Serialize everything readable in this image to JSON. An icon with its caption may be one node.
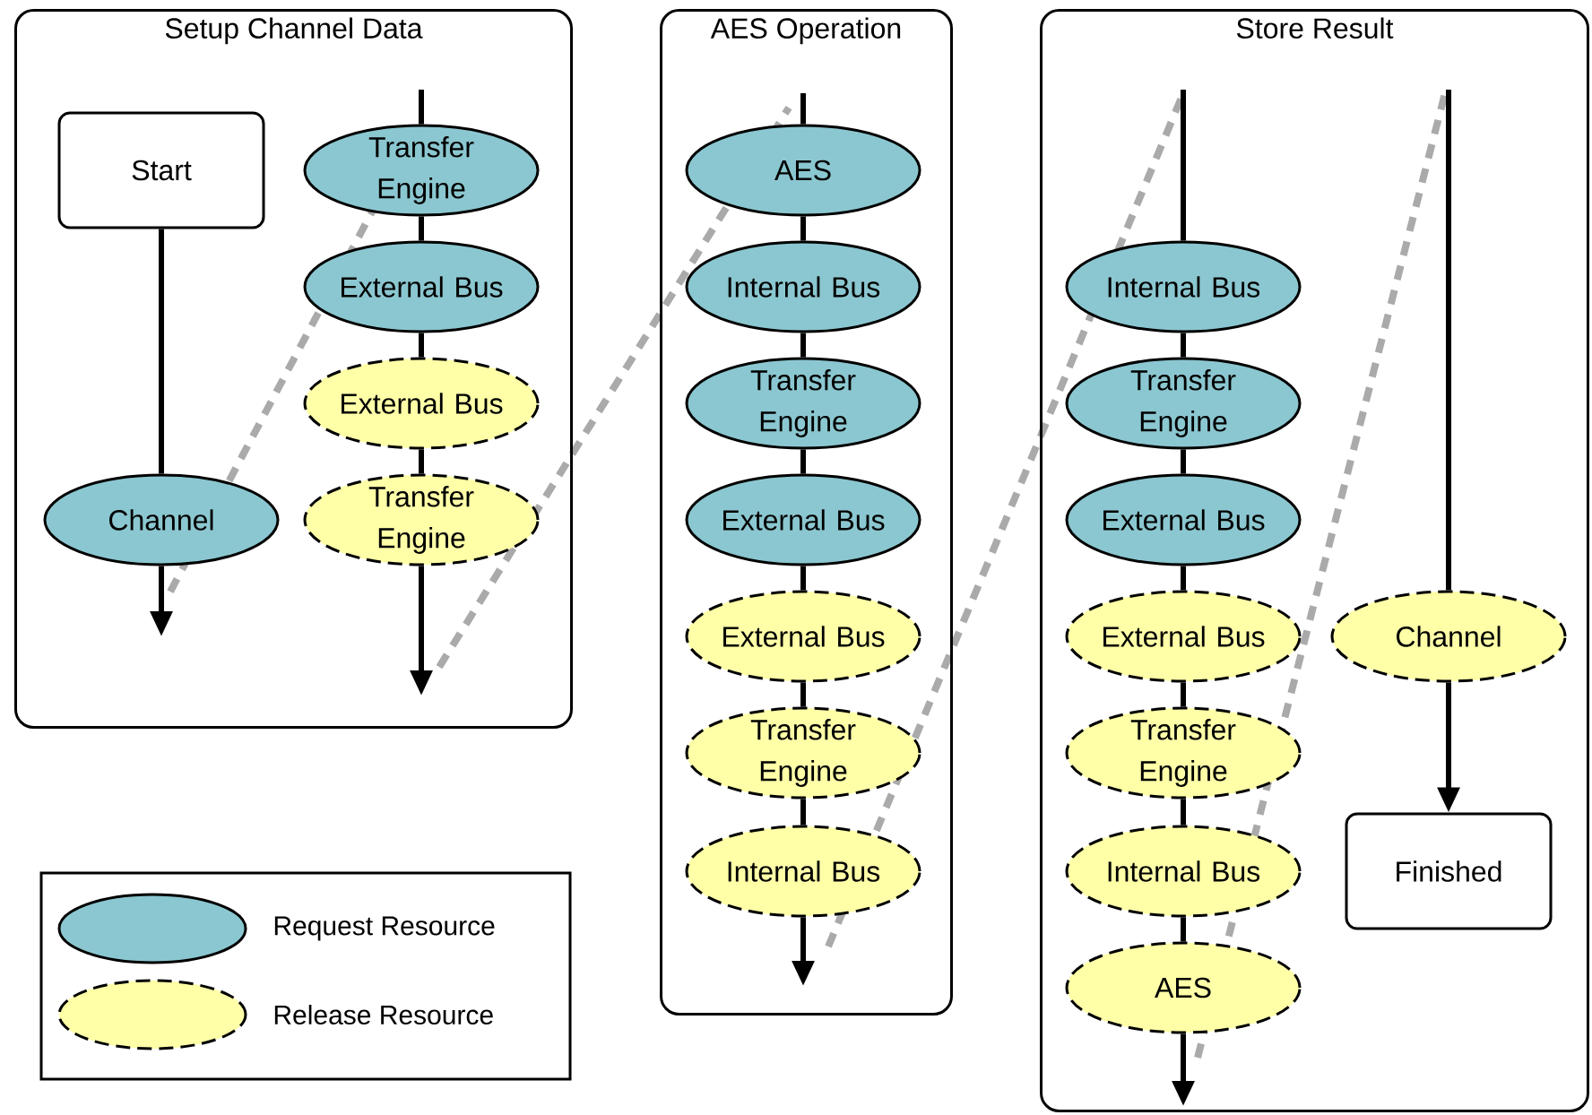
{
  "diagram": {
    "nodes": [
      {
        "text": [
          "Setup Channel Data"
        ]
      },
      {
        "text": [
          "Start"
        ],
        "in": 0
      },
      {
        "text": [
          "Channel"
        ],
        "in": 0
      },
      {
        "text": [
          "Transfer Engine"
        ],
        "in": 0
      },
      {
        "text": [
          "External Bus"
        ],
        "in": 0
      },
      {
        "text": [
          "External Bus"
        ],
        "in": 0
      },
      {
        "text": [
          "Transfer Engine"
        ],
        "in": 0
      },
      {
        "text": [
          "AES Operation"
        ]
      },
      {
        "text": [
          "AES"
        ],
        "in": 7
      },
      {
        "text": [
          "Internal Bus"
        ],
        "in": 7
      },
      {
        "text": [
          "Transfer Engine"
        ],
        "in": 7
      },
      {
        "text": [
          "External Bus"
        ],
        "in": 7
      },
      {
        "text": [
          "External Bus"
        ],
        "in": 7
      },
      {
        "text": [
          "Transfer Engine"
        ],
        "in": 7
      },
      {
        "text": [
          "Internal Bus"
        ],
        "in": 7
      },
      {
        "text": [
          "Store Result"
        ]
      },
      {
        "text": [
          "Internal Bus"
        ],
        "in": 15
      },
      {
        "text": [
          "Transfer Engine"
        ],
        "in": 15
      },
      {
        "text": [
          "External Bus"
        ],
        "in": 15
      },
      {
        "text": [
          "External Bus"
        ],
        "in": 15
      },
      {
        "text": [
          "Transfer Engine"
        ],
        "in": 15
      },
      {
        "text": [
          "Internal Bus"
        ],
        "in": 15
      },
      {
        "text": [
          "AES"
        ],
        "in": 15
      },
      {
        "text": [
          "Channel"
        ],
        "in": 15
      },
      {
        "text": [
          "Finished"
        ],
        "in": 15
      }
    ],
    "edges": [
      {
        "from": 1,
        "to": 2,
        "arrow": "none"
      },
      {
        "from": 2,
        "to": null,
        "arrow": "to"
      },
      {
        "from": null,
        "to": 3,
        "arrow": "none"
      },
      {
        "from": 3,
        "to": 4,
        "arrow": "none"
      },
      {
        "from": 4,
        "to": 5,
        "arrow": "none"
      },
      {
        "from": 5,
        "to": 6,
        "arrow": "none"
      },
      {
        "from": 6,
        "to": null,
        "arrow": "to"
      },
      {
        "from": null,
        "to": 8,
        "arrow": "none"
      },
      {
        "from": 8,
        "to": 9,
        "arrow": "none"
      },
      {
        "from": 9,
        "to": 10,
        "arrow": "none"
      },
      {
        "from": 10,
        "to": 11,
        "arrow": "none"
      },
      {
        "from": 11,
        "to": 12,
        "arrow": "none"
      },
      {
        "from": 12,
        "to": 13,
        "arrow": "none"
      },
      {
        "from": 13,
        "to": 14,
        "arrow": "none"
      },
      {
        "from": 14,
        "to": null,
        "arrow": "to"
      },
      {
        "from": null,
        "to": 16,
        "arrow": "none"
      },
      {
        "from": 16,
        "to": 17,
        "arrow": "none"
      },
      {
        "from": 17,
        "to": 18,
        "arrow": "none"
      },
      {
        "from": 18,
        "to": 19,
        "arrow": "none"
      },
      {
        "from": 19,
        "to": 20,
        "arrow": "none"
      },
      {
        "from": 20,
        "to": 21,
        "arrow": "none"
      },
      {
        "from": 21,
        "to": 22,
        "arrow": "none"
      },
      {
        "from": 22,
        "to": null,
        "arrow": "to"
      },
      {
        "from": null,
        "to": 23,
        "arrow": "none"
      },
      {
        "from": 23,
        "to": 24,
        "arrow": "to"
      }
    ],
    "legend": [
      {
        "text": "Request Resource",
        "color": "#8bc7d0"
      },
      {
        "text": "Release Resource",
        "color": "#ffffa8"
      }
    ]
  }
}
